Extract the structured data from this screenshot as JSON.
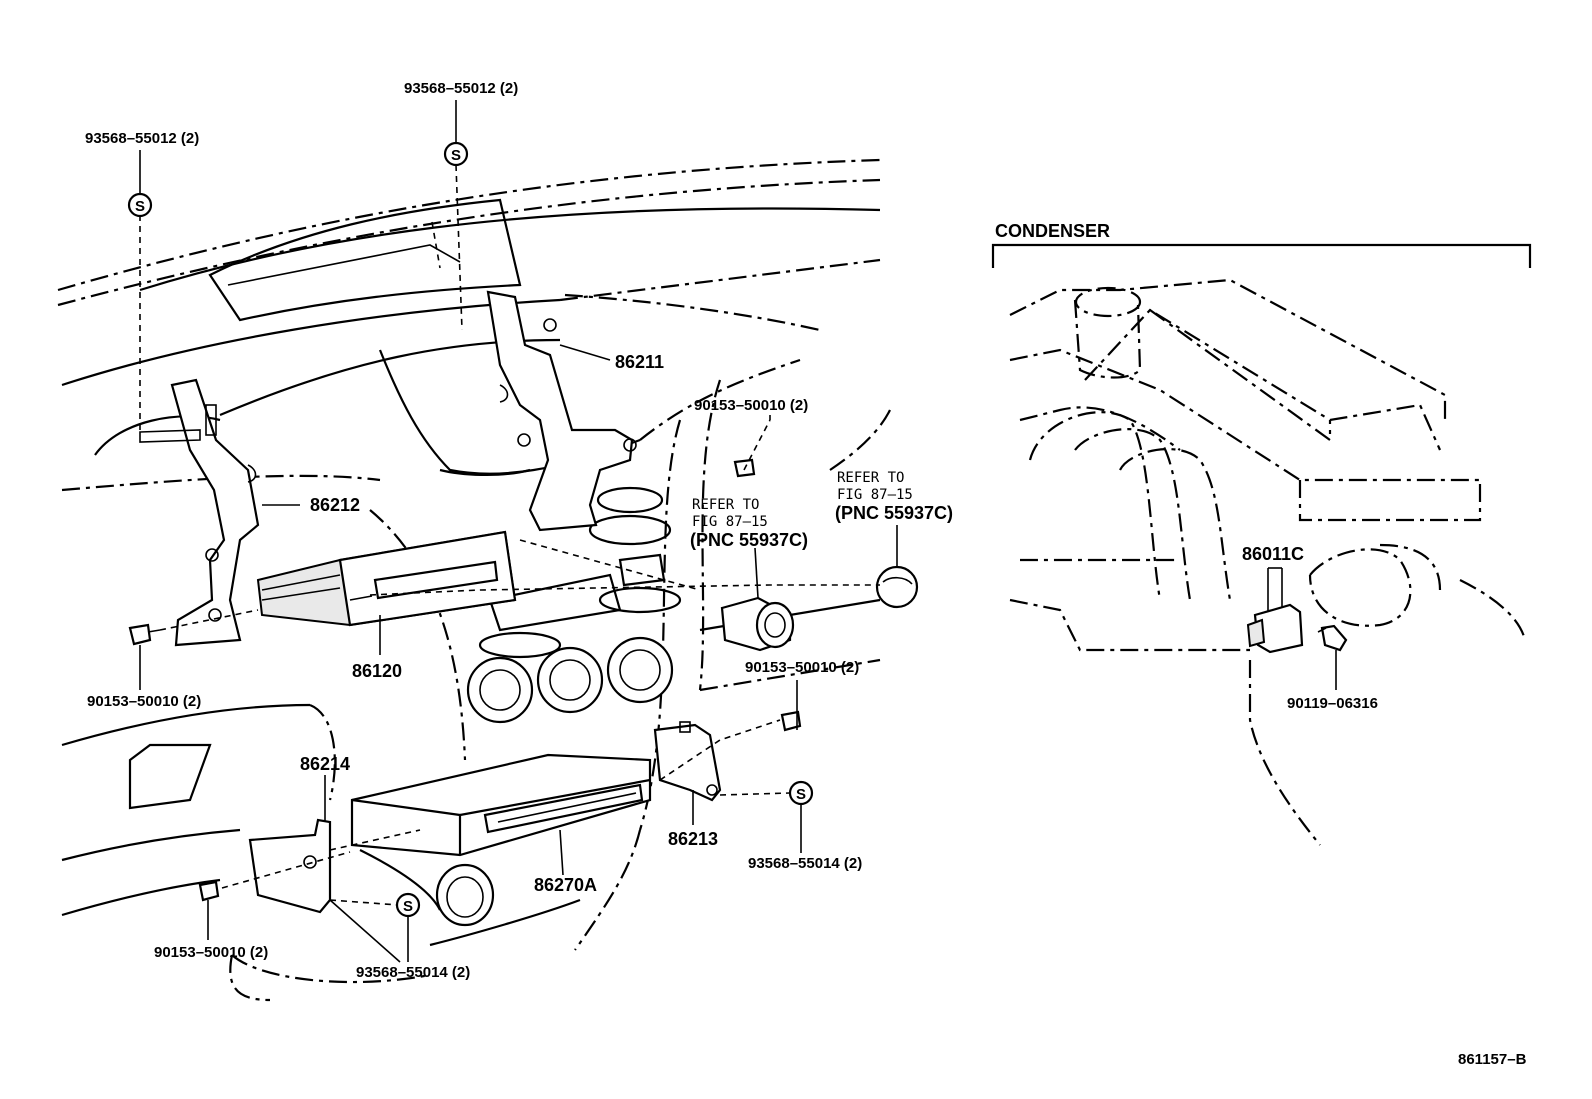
{
  "diagram_code": "861157–B",
  "condenser": {
    "title": "CONDENSER"
  },
  "s_symbol": "S",
  "labels": {
    "screw_top_left": "93568–55012 (2)",
    "screw_top_center": "93568–55012 (2)",
    "bracket_86211": "86211",
    "bracket_86212": "86212",
    "radio_86120": "86120",
    "bolt_left_upper": "90153–50010 (2)",
    "bolt_right_upper": "90153–50010 (2)",
    "bolt_right_middle": "90153–50010 (2)",
    "bolt_bottom_left": "90153–50010 (2)",
    "bracket_86214": "86214",
    "bracket_86213": "86213",
    "changer_86270A": "86270A",
    "screw_bottom_right": "93568–55014 (2)",
    "screw_bottom_center": "93568–55014 (2)",
    "relay_86011C": "86011C",
    "bolt_relay": "90119–06316"
  },
  "refer_a": {
    "line1": "REFER TO",
    "line2": "FIG 87–15",
    "line3": "(PNC 55937C)"
  },
  "refer_b": {
    "line1": "REFER TO",
    "line2": "FIG 87–15",
    "line3": "(PNC 55937C)"
  }
}
